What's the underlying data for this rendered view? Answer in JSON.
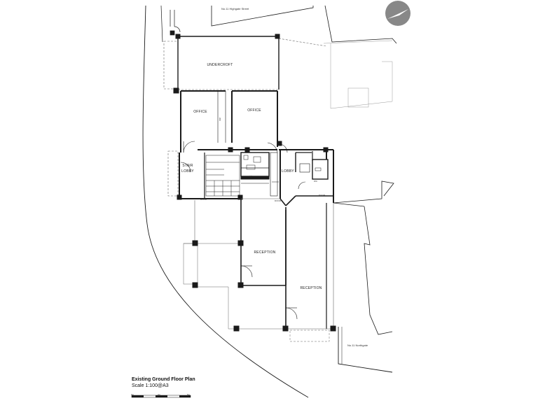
{
  "drawing": {
    "title": "Existing Ground Floor Plan",
    "scale": "Scale 1:100@A3"
  },
  "scale_bar": {
    "start": "0m",
    "mid": "2m",
    "end": "5m"
  },
  "rooms": {
    "undercroft": "UNDERCROFT",
    "office_left": "OFFICE",
    "office_right": "OFFICE",
    "stair_lobby_line1": "STAIR",
    "stair_lobby_line2": "LOBBY",
    "lobby": "LOBBY",
    "reception_upper": "RECEPTION",
    "reception_lower": "RECEPTION"
  },
  "neighbours": {
    "top": "No.11 Highgate Street",
    "bottom": "No.11 Northgate"
  },
  "north_arrow": {
    "icon": "north-arrow-icon",
    "fill": "#888888"
  },
  "colors": {
    "line": "#1a1a1a",
    "dashed": "#666666",
    "faint": "#999999"
  }
}
